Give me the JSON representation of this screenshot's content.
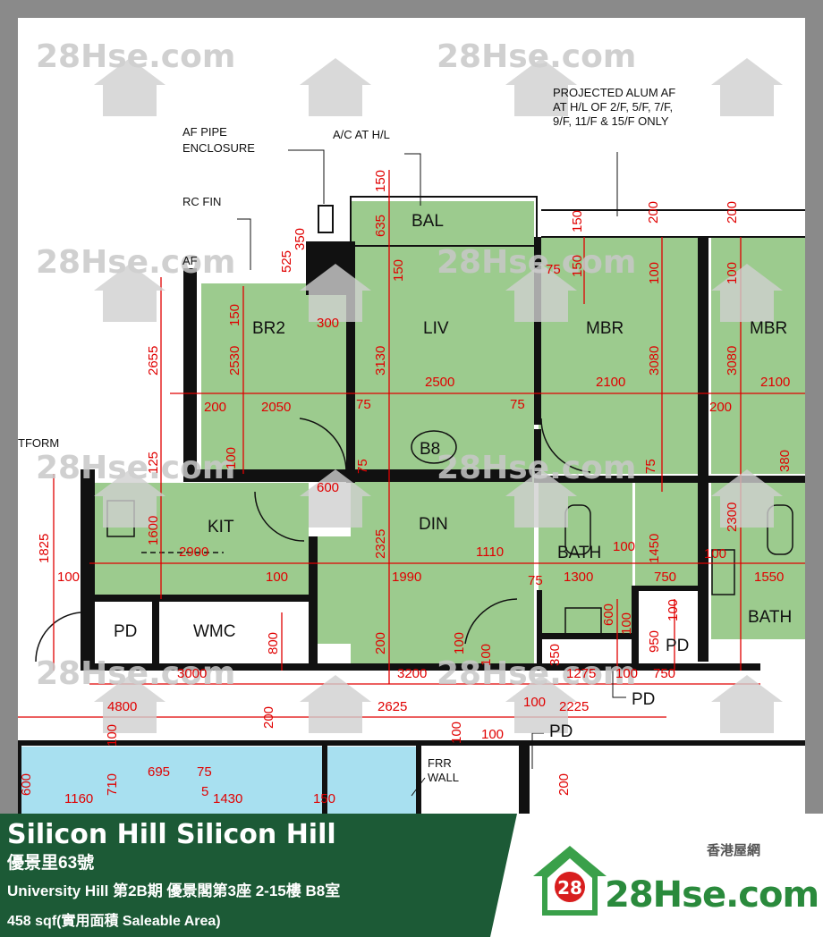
{
  "watermark": {
    "brand_text": "28Hse.com",
    "badge_number": "28"
  },
  "plan": {
    "rooms": {
      "bal": "BAL",
      "br2": "BR2",
      "liv": "LIV",
      "mbr": "MBR",
      "mbr2": "MBR",
      "din": "DIN",
      "kit": "KIT",
      "bath": "BATH",
      "bath2": "BATH",
      "pd1": "PD",
      "pd2": "PD",
      "pd3": "PD",
      "pd4": "PD",
      "wmc": "WMC",
      "unit": "B8"
    },
    "notes": {
      "projected_1": "PROJECTED ALUM AF",
      "projected_2": "AT H/L OF 2/F, 5/F, 7/F,",
      "projected_3": "9/F, 11/F & 15/F ONLY",
      "af_pipe_1": "AF PIPE",
      "af_pipe_2": "ENCLOSURE",
      "ac": "A/C AT H/L",
      "rc_fin": "RC FIN",
      "af": "AF",
      "platform": "TFORM",
      "frr_1": "FRR",
      "frr_2": "WALL"
    },
    "dims": {
      "d150a": "150",
      "d635": "635",
      "d150b": "150",
      "d150c": "150",
      "d200a": "200",
      "d200b": "200",
      "d350": "350",
      "d525": "525",
      "d75a": "75",
      "d150d": "150",
      "d300": "300",
      "d2655": "2655",
      "d150e": "150",
      "d2530": "2530",
      "d3130": "3130",
      "d100a": "100",
      "d3080a": "3080",
      "d100b": "100",
      "d3080b": "3080",
      "d2500": "2500",
      "d2100a": "2100",
      "d2100b": "2100",
      "d200c": "200",
      "d2050": "2050",
      "d75b": "75",
      "d75c": "75",
      "d200d": "200",
      "d125": "125",
      "d100c": "100",
      "d75d": "75",
      "d75e": "75",
      "d380": "380",
      "d600a": "600",
      "d1600": "1600",
      "d2300": "2300",
      "d2325": "2325",
      "d1825": "1825",
      "d2900": "2900",
      "d1110": "1110",
      "d100d": "100",
      "d1450": "1450",
      "d100e": "100",
      "d100f": "100",
      "d1990": "1990",
      "d75f": "75",
      "d1300": "1300",
      "d750a": "750",
      "d1550": "1550",
      "d100g": "100",
      "d600b": "600",
      "d100h": "100",
      "d100i": "100",
      "d800": "800",
      "d200e": "200",
      "d100j": "100",
      "d100k": "100",
      "d950": "950",
      "d350b": "350",
      "d3000": "3000",
      "d3200": "3200",
      "d1275": "1275",
      "d100l": "100",
      "d750b": "750",
      "d4800": "4800",
      "d2625": "2625",
      "d100m": "100",
      "d2225": "2225",
      "d200f": "200",
      "d100n": "100",
      "d100o": "100",
      "d100p": "100",
      "d600c": "600",
      "d695": "695",
      "d75g": "75",
      "d710": "710",
      "d5": "5",
      "d1430": "1430",
      "d150f": "150",
      "d1160": "1160",
      "d200g": "200"
    }
  },
  "footer": {
    "title": "Silicon Hill Silicon Hill",
    "subtitle": "優景里63號",
    "address": "University Hill 第2B期 優景閣第3座  2-15樓 B8室",
    "area": "458 sqf(實用面積 Saleable Area)"
  },
  "logo": {
    "chinese": "香港屋網",
    "brand": "28Hse.com",
    "badge": "28"
  }
}
